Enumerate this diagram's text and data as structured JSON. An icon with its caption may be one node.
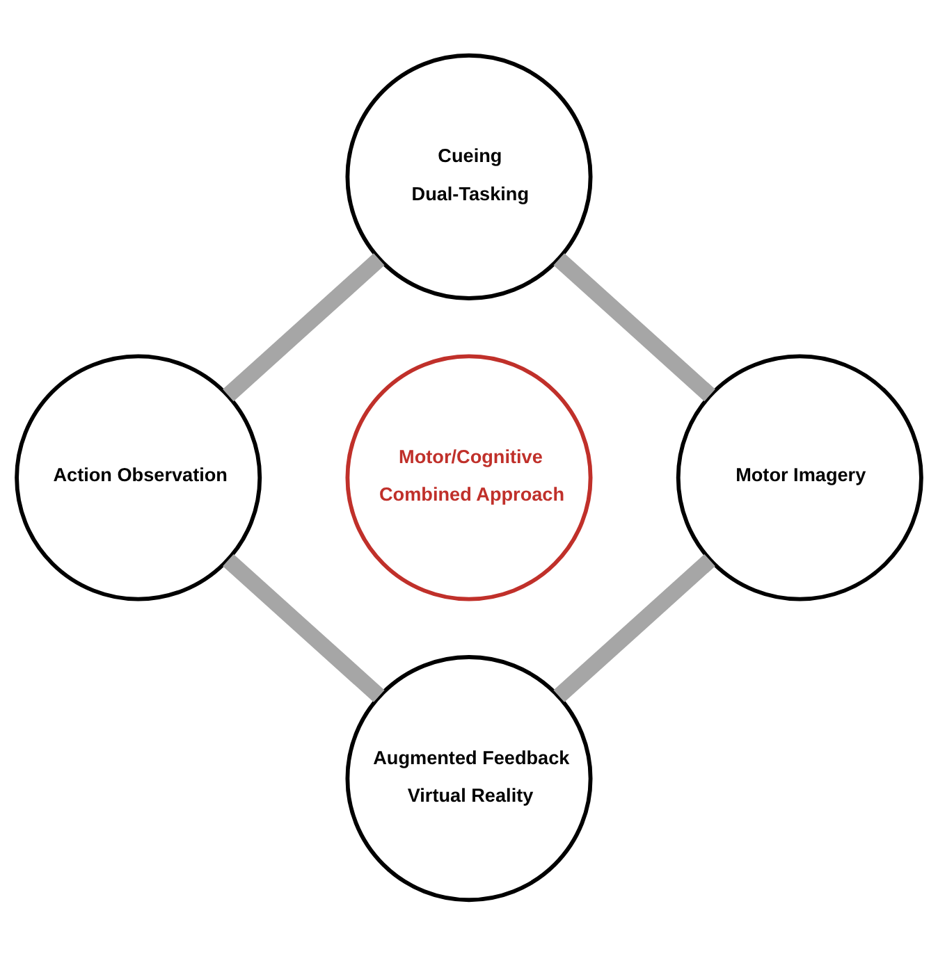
{
  "diagram": {
    "nodes": [
      {
        "text": [
          "Cueing",
          "Dual-Tasking"
        ]
      },
      {
        "text": [
          "Action Observation"
        ]
      },
      {
        "text": [
          "Motor/Cognitive",
          "Combined Approach"
        ]
      },
      {
        "text": [
          "Motor Imagery"
        ]
      },
      {
        "text": [
          "Augmented Feedback",
          "Virtual Reality"
        ]
      }
    ],
    "edges": [
      {
        "from": 0,
        "to": 3,
        "arrow": "none"
      },
      {
        "from": 3,
        "to": 4,
        "arrow": "none"
      },
      {
        "from": 4,
        "to": 1,
        "arrow": "none"
      },
      {
        "from": 1,
        "to": 0,
        "arrow": "none"
      }
    ]
  }
}
